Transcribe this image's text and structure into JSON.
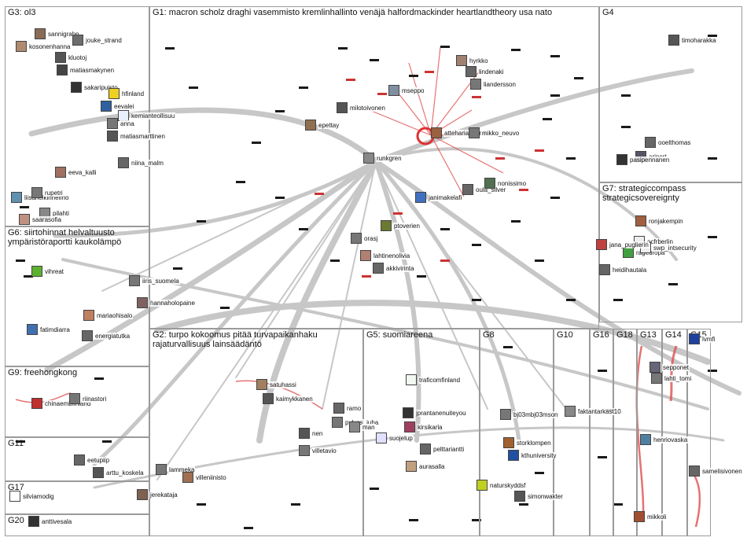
{
  "colors": {
    "edge": "#a0a0a0",
    "reciprocal_edge": "#e05050",
    "node_dash": "#1a1a1a",
    "highlight_ring": "#e03030"
  },
  "groups": [
    {
      "id": "g3",
      "title": "G3: ol3"
    },
    {
      "id": "g1",
      "title": "G1: macron scholz draghi vasemmisto kremlinhallinto venäjä halfordmackinder heartlandtheory usa nato"
    },
    {
      "id": "g4",
      "title": "G4"
    },
    {
      "id": "g6",
      "title": "G6: siirtohinnat helvaltuusto ympäristöraportti kaukolämpö"
    },
    {
      "id": "g7",
      "title": "G7: strategiccompass strategicsovereignty"
    },
    {
      "id": "g2",
      "title": "G2: turpo kokoomus pitää turvapaikanhaku rajaturvallisuus lainsäädäntö"
    },
    {
      "id": "g5",
      "title": "G5: suomiareena"
    },
    {
      "id": "g8",
      "title": "G8"
    },
    {
      "id": "g10",
      "title": "G10"
    },
    {
      "id": "g16",
      "title": "G16"
    },
    {
      "id": "g18",
      "title": "G18"
    },
    {
      "id": "g13",
      "title": "G13"
    },
    {
      "id": "g14",
      "title": "G14"
    },
    {
      "id": "g15",
      "title": "G15"
    },
    {
      "id": "g9",
      "title": "G9: freehongkong"
    },
    {
      "id": "g11",
      "title": "G11"
    },
    {
      "id": "g17",
      "title": "G17"
    },
    {
      "id": "g20",
      "title": "G20"
    }
  ],
  "nodes": [
    {
      "label": "sannigrahn",
      "color": "#8a6b55"
    },
    {
      "label": "jouke_strand",
      "color": "#6d6d6d"
    },
    {
      "label": "kosonenhanna",
      "color": "#b08a70"
    },
    {
      "label": "kluotoj",
      "color": "#555"
    },
    {
      "label": "matiasmakynen",
      "color": "#444"
    },
    {
      "label": "sakaripuisto",
      "color": "#333"
    },
    {
      "label": "hfinland",
      "color": "#f0d020"
    },
    {
      "label": "eevalei",
      "color": "#3060a0"
    },
    {
      "label": "kemianteollisuu",
      "color": "#e8f0ff"
    },
    {
      "label": "anna",
      "color": "#777"
    },
    {
      "label": "matiasmarttinen",
      "color": "#555"
    },
    {
      "label": "niina_malm",
      "color": "#666"
    },
    {
      "label": "eeva_kalli",
      "color": "#a07060"
    },
    {
      "label": "liisaheikinheimo",
      "color": "#6090b0"
    },
    {
      "label": "rupetri",
      "color": "#777"
    },
    {
      "label": "pilahti",
      "color": "#888"
    },
    {
      "label": "saarasofia",
      "color": "#c09080"
    },
    {
      "label": "vihreat",
      "color": "#5db030"
    },
    {
      "label": "iiris_suomela",
      "color": "#777"
    },
    {
      "label": "hannaholopaine",
      "color": "#806060"
    },
    {
      "label": "mariaohisalo",
      "color": "#c08060"
    },
    {
      "label": "energiatutka",
      "color": "#666"
    },
    {
      "label": "fatimdiarra",
      "color": "#4070b0"
    },
    {
      "label": "runkgren",
      "color": "#888"
    },
    {
      "label": "attehariarjanne",
      "color": "#9a6040"
    },
    {
      "label": "mikko_neuvo",
      "color": "#777"
    },
    {
      "label": "hyrkko",
      "color": "#a08070"
    },
    {
      "label": "lindenaki",
      "color": "#666"
    },
    {
      "label": "liandersson",
      "color": "#777"
    },
    {
      "label": "mseppo",
      "color": "#8090a0"
    },
    {
      "label": "milotoivonen",
      "color": "#555"
    },
    {
      "label": "epettay",
      "color": "#907050"
    },
    {
      "label": "janimakelafi",
      "color": "#4070c0"
    },
    {
      "label": "oula_silver",
      "color": "#666"
    },
    {
      "label": "nonissimo",
      "color": "#507050"
    },
    {
      "label": "orasj",
      "color": "#777"
    },
    {
      "label": "ptoverien",
      "color": "#6a7a30"
    },
    {
      "label": "lahtinenolivia",
      "color": "#b08070"
    },
    {
      "label": "akkivirinta",
      "color": "#666"
    },
    {
      "label": "timoharakka",
      "color": "#555"
    },
    {
      "label": "ooelthomas",
      "color": "#666"
    },
    {
      "label": "aripert",
      "color": "#556"
    },
    {
      "label": "pasipennanen",
      "color": "#333"
    },
    {
      "label": "ronjakempin",
      "color": "#a06040"
    },
    {
      "label": "ecfrberlin",
      "color": "#eee"
    },
    {
      "label": "rageuropa",
      "color": "#40a040"
    },
    {
      "label": "swp_intsecurity",
      "color": "#eee"
    },
    {
      "label": "jana_puglierin",
      "color": "#c04040"
    },
    {
      "label": "heidihautala",
      "color": "#666"
    },
    {
      "label": "satuhassi",
      "color": "#a08060"
    },
    {
      "label": "kaimykkanen",
      "color": "#555"
    },
    {
      "label": "ramo",
      "color": "#666"
    },
    {
      "label": "pylvas_juha",
      "color": "#777"
    },
    {
      "label": "man",
      "color": "#888"
    },
    {
      "label": "nen",
      "color": "#555"
    },
    {
      "label": "villetavio",
      "color": "#777"
    },
    {
      "label": "traficomfinland",
      "color": "#f0f8f0"
    },
    {
      "label": "jprantanenuiteyou",
      "color": "#333"
    },
    {
      "label": "kirsikarla",
      "color": "#a04060"
    },
    {
      "label": "suojelup",
      "color": "#e0e0ff"
    },
    {
      "label": "pelttariantti",
      "color": "#666"
    },
    {
      "label": "aurasalla",
      "color": "#c0a080"
    },
    {
      "label": "bj03mbj03mson",
      "color": "#777"
    },
    {
      "label": "storklompen",
      "color": "#a06030"
    },
    {
      "label": "kthuniversity",
      "color": "#2050a0"
    },
    {
      "label": "naturskyddsf",
      "color": "#c0d020"
    },
    {
      "label": "simonwakter",
      "color": "#555"
    },
    {
      "label": "faktantarkast10",
      "color": "#888"
    },
    {
      "label": "sepponet",
      "color": "#667"
    },
    {
      "label": "lahti_tomi",
      "color": "#777"
    },
    {
      "label": "lvmfi",
      "color": "#2040a0"
    },
    {
      "label": "henriovaska",
      "color": "#5080a0"
    },
    {
      "label": "samelisivonen",
      "color": "#666"
    },
    {
      "label": "mikkoli",
      "color": "#a05030"
    },
    {
      "label": "chinaembfinland",
      "color": "#c03030"
    },
    {
      "label": "riinastori",
      "color": "#777"
    },
    {
      "label": "eetupiip",
      "color": "#666"
    },
    {
      "label": "arttu_koskela",
      "color": "#555"
    },
    {
      "label": "lammeka",
      "color": "#777"
    },
    {
      "label": "villeniinisto",
      "color": "#a07050"
    },
    {
      "label": "jerekataja",
      "color": "#806050"
    },
    {
      "label": "silviamodig",
      "color": "#ffffff"
    },
    {
      "label": "anttivesala",
      "color": "#333"
    }
  ]
}
